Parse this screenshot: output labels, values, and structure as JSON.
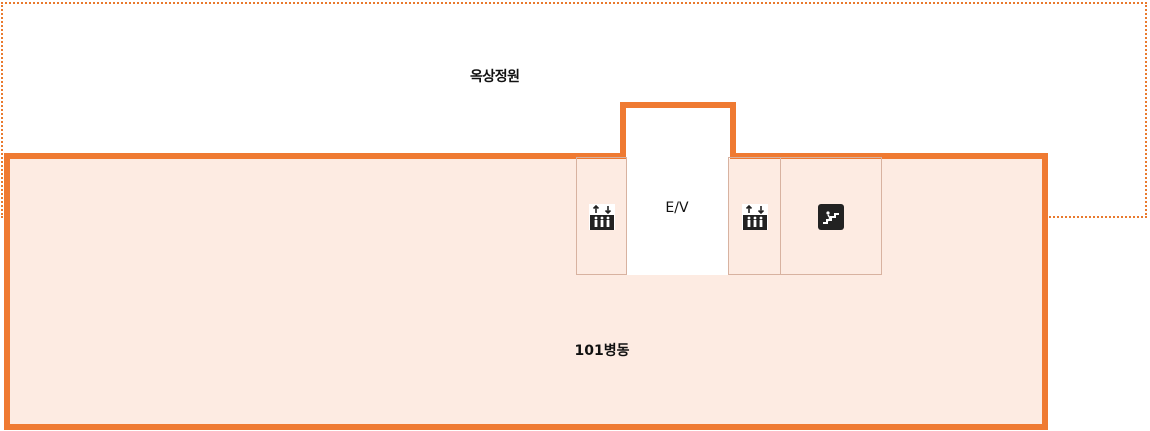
{
  "rooftop_garden": {
    "label": "옥상정원"
  },
  "elevator": {
    "label": "E/V"
  },
  "building": {
    "label": "101병동"
  },
  "icons": [
    "elevator-icon",
    "elevator-icon",
    "emergency-stairs-icon"
  ],
  "colors": {
    "outline": "#ef7a32",
    "fill": "#fdebe2",
    "cell_border": "#d8b2a0"
  }
}
